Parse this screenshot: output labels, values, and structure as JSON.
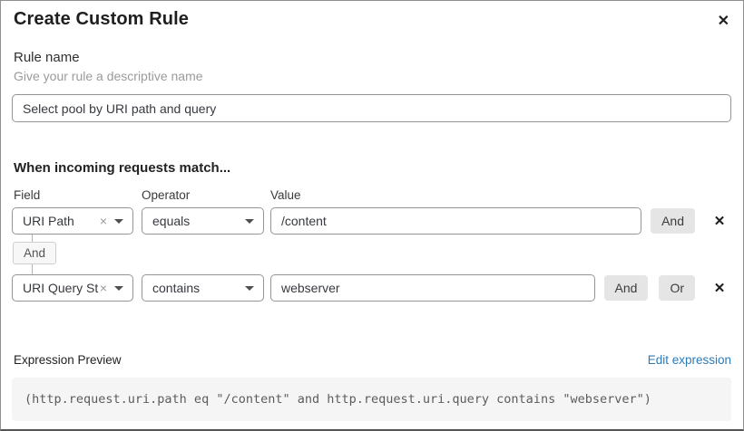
{
  "dialog": {
    "title": "Create Custom Rule",
    "close_icon": "✕"
  },
  "rule_name": {
    "label": "Rule name",
    "hint": "Give your rule a descriptive name",
    "value": "Select pool by URI path and query"
  },
  "matcher": {
    "heading": "When incoming requests match...",
    "columns": {
      "field": "Field",
      "operator": "Operator",
      "value": "Value"
    },
    "rows": [
      {
        "field": "URI Path",
        "operator": "equals",
        "value": "/content"
      },
      {
        "field": "URI Query St...",
        "operator": "contains",
        "value": "webserver"
      }
    ],
    "connector_label": "And",
    "and_button": "And",
    "or_button": "Or",
    "remove_icon": "✕",
    "clear_icon": "×"
  },
  "expression": {
    "label": "Expression Preview",
    "edit_link": "Edit expression",
    "code": "(http.request.uri.path eq \"/content\" and http.request.uri.query contains \"webserver\")"
  },
  "colors": {
    "link_blue": "#2c7bb9",
    "logic_button_bg": "#e5e5e5",
    "code_bg": "#f5f5f5",
    "border_gray": "#949494"
  }
}
